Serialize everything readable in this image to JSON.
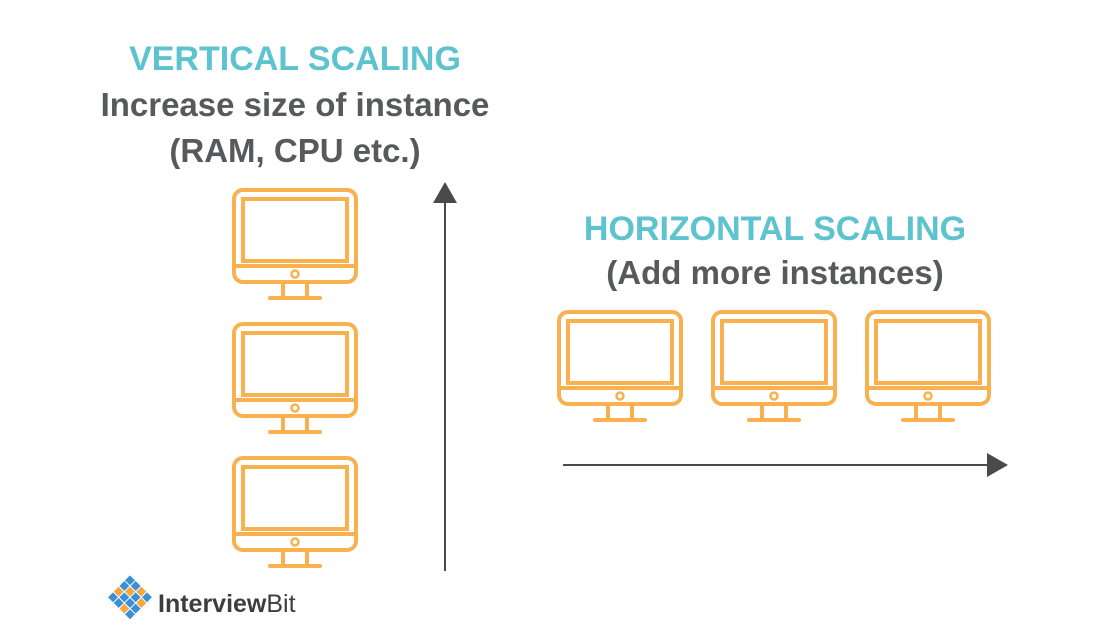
{
  "vertical": {
    "title": "VERTICAL SCALING",
    "subtitle_line1": "Increase size of instance",
    "subtitle_line2": "(RAM, CPU etc.)"
  },
  "horizontal": {
    "title": "HORIZONTAL SCALING",
    "subtitle": "(Add more instances)"
  },
  "logo": {
    "name_part1": "Interview",
    "name_part2": "Bit",
    "icon": "diamond-grid-logo-icon"
  },
  "colors": {
    "accent_teal": "#5cc3cf",
    "text_grey": "#58595b",
    "monitor_orange": "#f9b04e",
    "arrow_grey": "#4a4a4a",
    "logo_blue": "#3a8fd6",
    "logo_orange": "#f7a541"
  },
  "icons": {
    "monitor": "monitor-icon",
    "vertical_arrow": "arrow-up-icon",
    "horizontal_arrow": "arrow-right-icon"
  }
}
